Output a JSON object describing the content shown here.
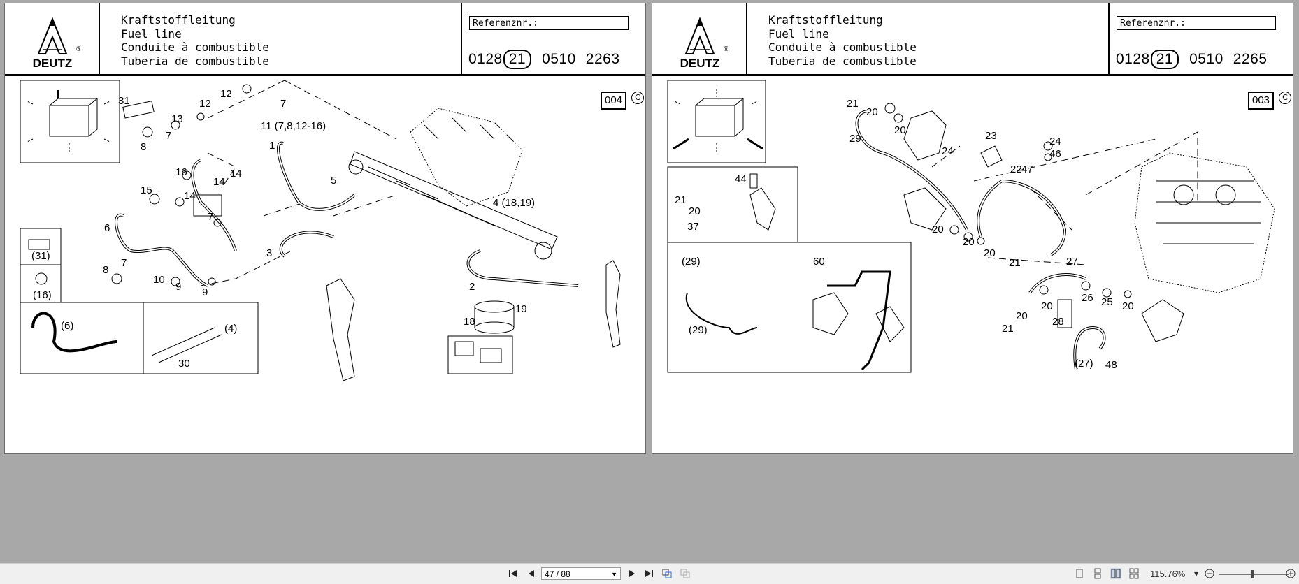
{
  "pages": [
    {
      "logo_text": "DEUTZ",
      "titles": [
        "Kraftstoffleitung",
        "Fuel line",
        "Conduite à combustible",
        "Tuberia de combustible"
      ],
      "ref_label": "Referenznr.:",
      "part_prefix": "0128",
      "part_group": "21",
      "part_mid": "0510",
      "part_suffix": "2263",
      "page_code": "004",
      "copyright": "C",
      "callouts": [
        "31",
        "12",
        "12",
        "7",
        "13",
        "7",
        "8",
        "11 (7,8,12-16)",
        "1",
        "16",
        "14",
        "14",
        "15",
        "14",
        "5",
        "7",
        "6",
        "4 (18,19)",
        "3",
        "7",
        "8",
        "10",
        "9",
        "9",
        "2",
        "19",
        "18",
        "(31)",
        "(16)",
        "(6)",
        "(4)",
        "30"
      ]
    },
    {
      "logo_text": "DEUTZ",
      "titles": [
        "Kraftstoffleitung",
        "Fuel line",
        "Conduite à combustible",
        "Tuberia de combustible"
      ],
      "ref_label": "Referenznr.:",
      "part_prefix": "0128",
      "part_group": "21",
      "part_mid": "0510",
      "part_suffix": "2265",
      "page_code": "003",
      "copyright": "C",
      "callouts": [
        "21",
        "20",
        "20",
        "29",
        "23",
        "24",
        "24",
        "46",
        "47",
        "22",
        "44",
        "21",
        "20",
        "37",
        "20",
        "20",
        "20",
        "21",
        "60",
        "(29)",
        "27",
        "(29)",
        "26",
        "25",
        "20",
        "20",
        "20",
        "28",
        "21",
        "(27)",
        "48"
      ]
    }
  ],
  "toolbar": {
    "page_indicator": "47 / 88",
    "zoom": "115.76%"
  }
}
